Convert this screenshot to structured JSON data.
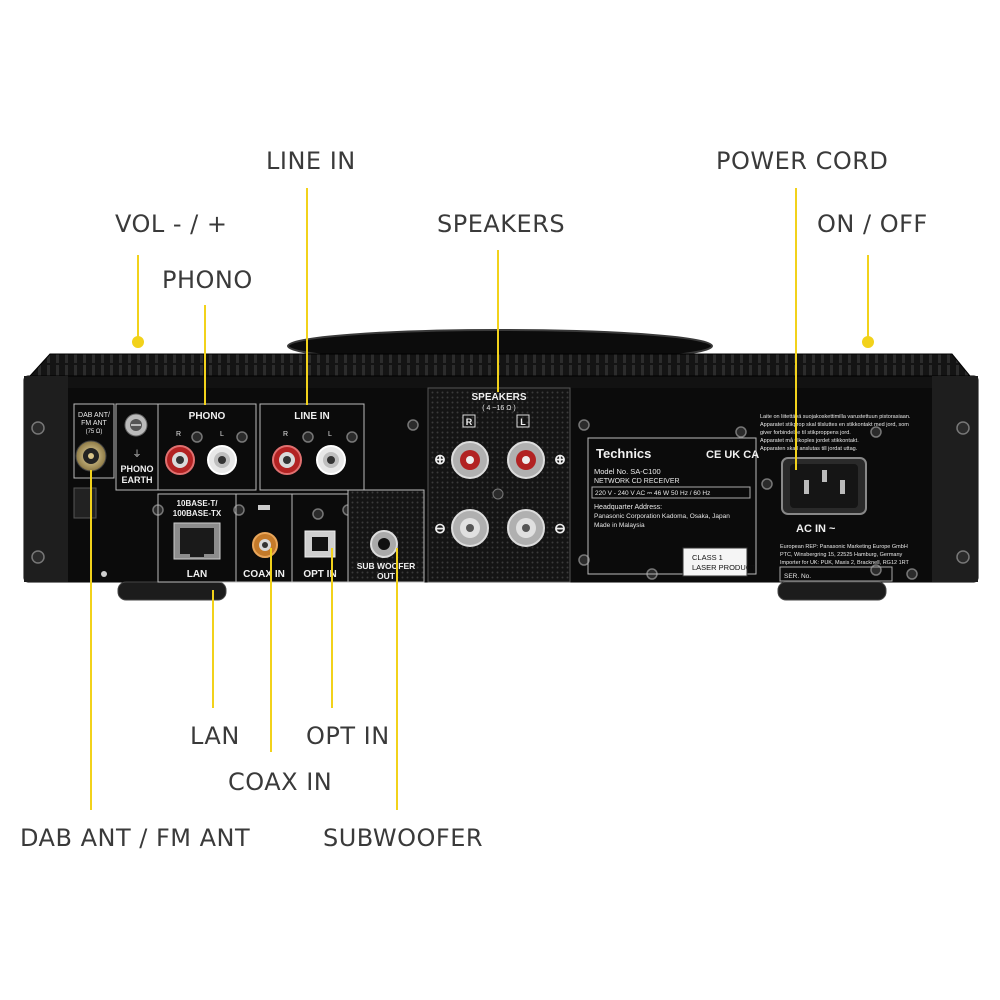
{
  "callouts": {
    "line_in": "LINE IN",
    "power_cord": "POWER CORD",
    "vol": "VOL - / +",
    "speakers": "SPEAKERS",
    "on_off": "ON / OFF",
    "phono": "PHONO",
    "lan": "LAN",
    "opt_in": "OPT IN",
    "coax_in": "COAX IN",
    "dab_fm": "DAB ANT / FM ANT",
    "subwoofer": "SUBWOOFER"
  },
  "panel": {
    "dab_ant": "DAB ANT/",
    "fm_ant": "FM ANT",
    "ohm": "(75 Ω)",
    "phono_earth_1": "PHONO",
    "phono_earth_2": "EARTH",
    "phono": "PHONO",
    "line_in": "LINE IN",
    "base_t_1": "10BASE-T/",
    "base_t_2": "100BASE-TX",
    "lan": "LAN",
    "coax_in": "COAX IN",
    "opt_in": "OPT IN",
    "sub_1": "SUB WOOFER",
    "sub_2": "OUT",
    "speakers": "SPEAKERS",
    "speakers_ohm": "( 4 ~16 Ω )",
    "ch_r": "R",
    "ch_l": "L",
    "ac_in": "AC IN ~"
  },
  "rating_plate": {
    "brand": "Technics",
    "model_no": "Model No.  SA-C100",
    "model_desc": "NETWORK CD RECEIVER",
    "power": "220 V - 240 V  AC  ⎓  46 W   50 Hz / 60 Hz",
    "hq": "Headquarter Address:",
    "corp": "Panasonic Corporation    Kadoma, Osaka, Japan",
    "made": "Made in Malaysia",
    "marks": "CE UK CA"
  },
  "laser_label": {
    "line1": "CLASS 1",
    "line2": "LASER PRODUCT"
  },
  "warning": {
    "line1": "Laite on liitettävä suojakoskettimilla varustettuun pistorasiaan.",
    "line2": "Apparatet stikprop skal tilsluttes en stikkontakt med jord, som",
    "line3": "giver forbindelse til stikproppens jord.",
    "line4": "Apparatet må tilkoples jordet stikkontakt.",
    "line5": "Apparaten skall anslutas till jordat uttag."
  },
  "eu_rep": {
    "line1": "European REP: Panasonic Marketing Europe GmbH",
    "line2": "PTC, Winsbergring 15, 22525 Hamburg, Germany",
    "line3": "Importer for UK: PUK, Maxis 2, Bracknell, RG12 1RT",
    "ser": "SER. No."
  },
  "colors": {
    "accent_line": "#f2d21b",
    "chassis": "#1a1a1a",
    "panel": "#0d0d0d"
  }
}
